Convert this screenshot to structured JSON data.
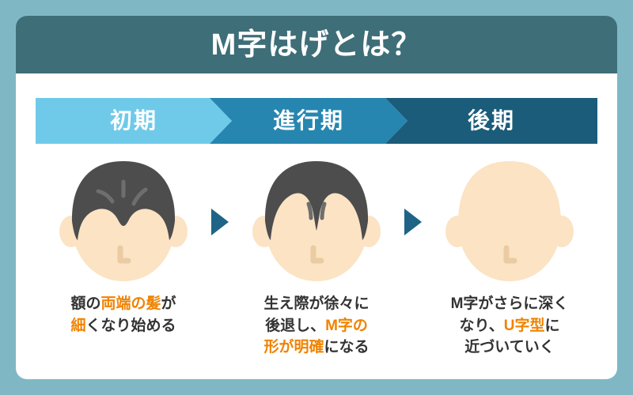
{
  "header": {
    "title": "M字はげとは？",
    "bg_color": "#3E6E78",
    "text_color": "#FFFFFF"
  },
  "frame": {
    "border_color": "#7FB8C4",
    "card_color": "#FFFFFF"
  },
  "accent_color": "#F08300",
  "stages": [
    {
      "label": "初期",
      "color": "#6FCAEA"
    },
    {
      "label": "進行期",
      "color": "#2686B0"
    },
    {
      "label": "後期",
      "color": "#1A5C7A"
    }
  ],
  "arrow": {
    "icon": "triangle-right-icon",
    "color": "#1F6486"
  },
  "panels": [
    {
      "stage_label": "初期",
      "illustration": "head-full-hair-icon",
      "hair_color": "#4D4D4D",
      "skin_color": "#FBE3C4",
      "caption_parts": [
        {
          "text": "額の",
          "highlight": false
        },
        {
          "text": "両端の髪",
          "highlight": true
        },
        {
          "text": "が",
          "highlight": false
        },
        {
          "text": "細",
          "highlight": true
        },
        {
          "text": "くなり始める",
          "highlight": false
        }
      ],
      "caption_plain": "額の両端の髪が細くなり始める"
    },
    {
      "stage_label": "進行期",
      "illustration": "head-m-shape-icon",
      "hair_color": "#4D4D4D",
      "skin_color": "#FBE3C4",
      "caption_parts": [
        {
          "text": "生え際が徐々に",
          "highlight": false
        },
        {
          "text": "後退し、",
          "highlight": false
        },
        {
          "text": "M字の",
          "highlight": true
        },
        {
          "text": "形が明確",
          "highlight": true
        },
        {
          "text": "になる",
          "highlight": false
        }
      ],
      "caption_plain": "生え際が徐々に後退し、M字の形が明確になる"
    },
    {
      "stage_label": "後期",
      "illustration": "head-u-shape-bald-icon",
      "hair_color": "#4D4D4D",
      "skin_color": "#FBE3C4",
      "caption_parts": [
        {
          "text": "M字がさらに深く",
          "highlight": false
        },
        {
          "text": "なり、",
          "highlight": false
        },
        {
          "text": "U字型",
          "highlight": true
        },
        {
          "text": "に",
          "highlight": false
        },
        {
          "text": "近づいていく",
          "highlight": false
        }
      ],
      "caption_plain": "M字がさらに深くなり、U字型に近づいていく"
    }
  ]
}
